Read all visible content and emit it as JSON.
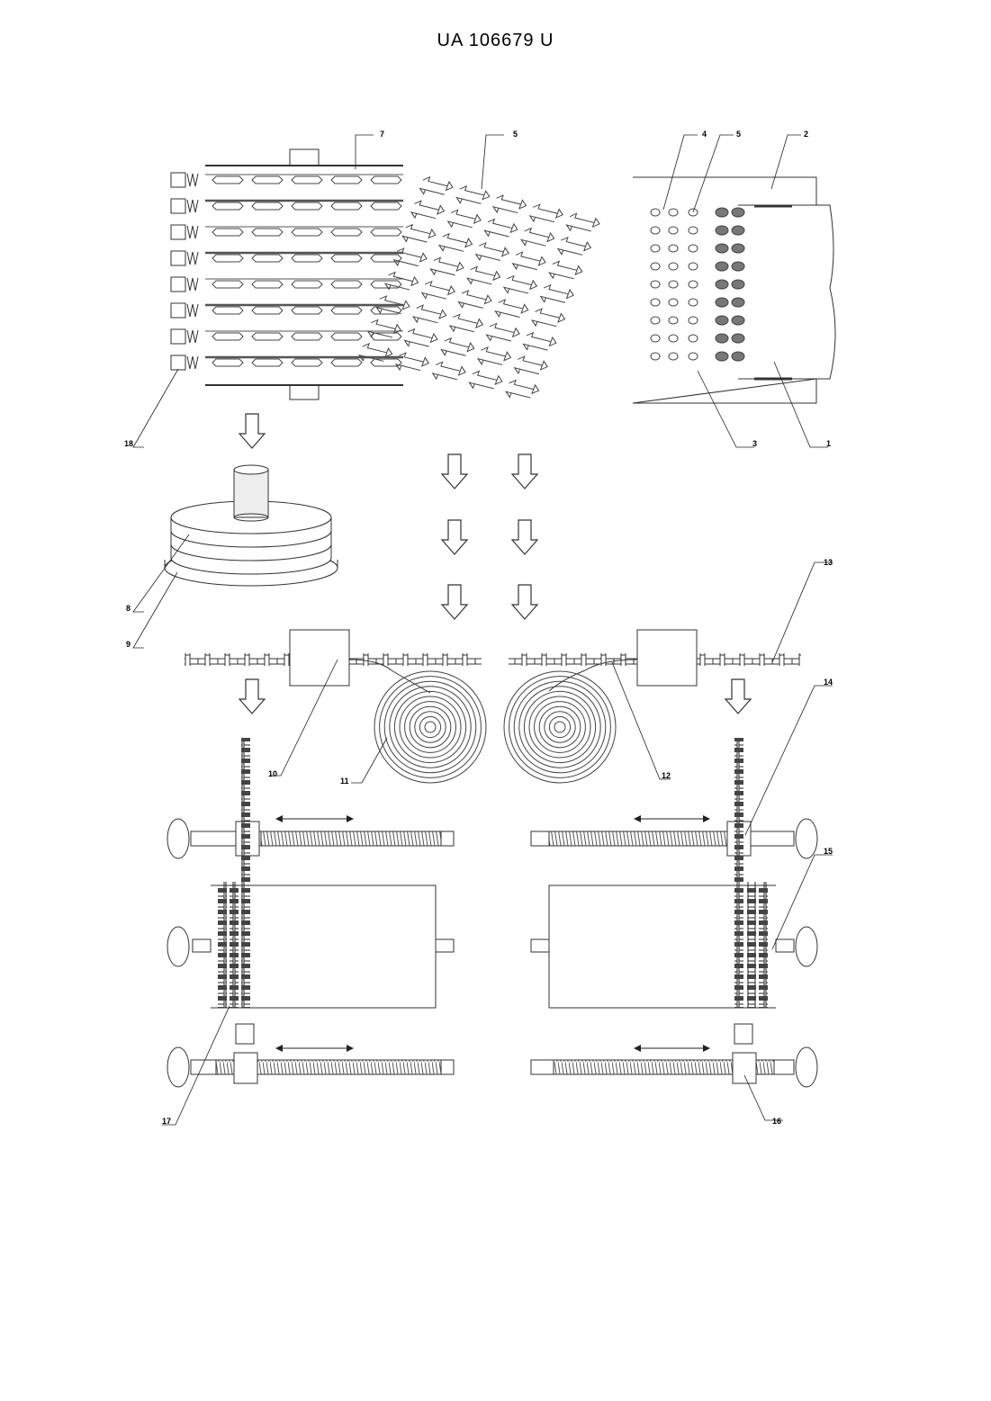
{
  "document": {
    "header": "UA   106679   U"
  },
  "figure": {
    "labels": {
      "l1": "1",
      "l2": "2",
      "l3": "3",
      "l4": "4",
      "l5a": "5",
      "l5b": "5",
      "l7": "7",
      "l8": "8",
      "l9": "9",
      "l10": "10",
      "l11": "11",
      "l12": "12",
      "l13": "13",
      "l14": "14",
      "l15": "15",
      "l16": "16",
      "l17": "17",
      "l18": "18"
    }
  }
}
